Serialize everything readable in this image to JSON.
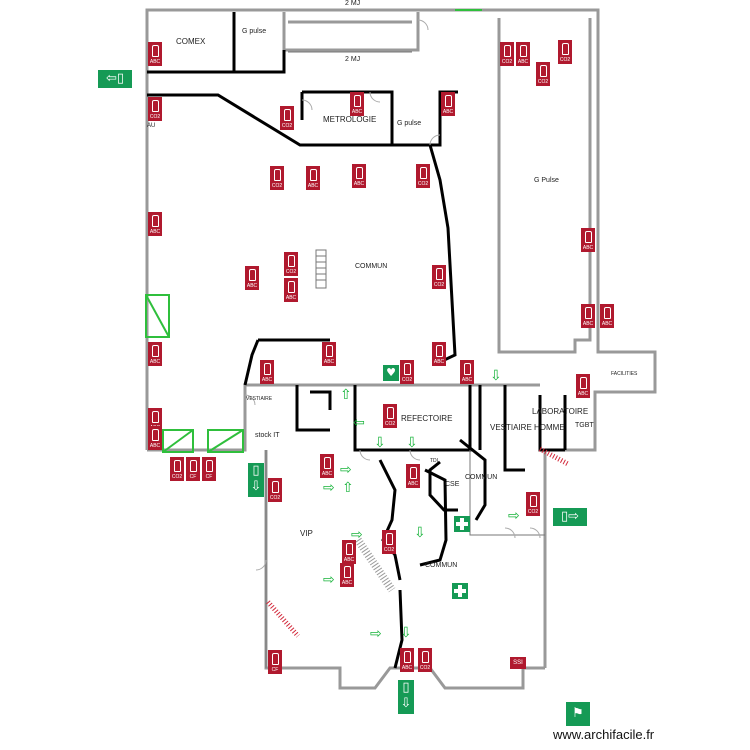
{
  "rooms": {
    "comex": "COMEX",
    "g_pulse_top": "G pulse",
    "mj_top": "2 MJ",
    "mj_mid": "2 MJ",
    "metrologie": "METROLOGIE",
    "g_pulse_mid": "G pulse",
    "g_pulse_right": "G Pulse",
    "commun_main": "COMMUN",
    "au": "AU",
    "vestiaire": "VESTIAIRE",
    "stock_it": "stock IT",
    "refectoire": "REFECTOIRE",
    "vestiaire_homme": "VESTIAIRE HOMME",
    "laboratoire": "LABORATOIRE",
    "tgbt": "TGBT",
    "facilities": "FACILITIES",
    "tdi": "TDI",
    "commun_right": "COMMUN",
    "cse": "CSE",
    "vip": "VIP",
    "commun_bottom": "COMMUN",
    "ssi": "SSI"
  },
  "extinguisher_types": {
    "abc": "ABC",
    "co2": "CO2",
    "cf": "CF"
  },
  "icons": {
    "extinguisher": "fire-extinguisher-icon",
    "exit": "emergency-exit-icon",
    "first_aid": "first-aid-cross-icon",
    "assembly": "assembly-point-icon",
    "defibrillator": "defibrillator-icon",
    "arrow": "evacuation-arrow-icon"
  },
  "colors": {
    "wall": "#999999",
    "wall_dark": "#000000",
    "extinguisher": "#b0192e",
    "exit": "#159a55",
    "arrow": "#17b33a"
  },
  "watermark": "www.archifacile.fr"
}
